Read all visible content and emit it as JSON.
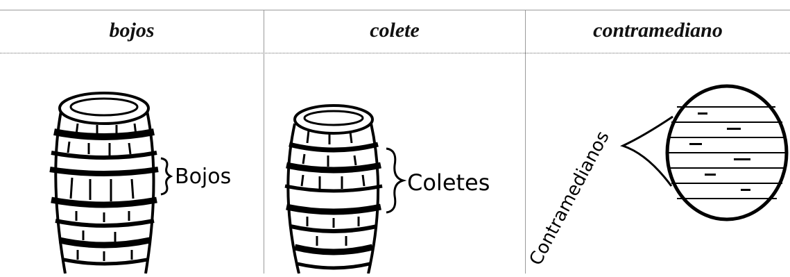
{
  "table": {
    "headers": [
      "bojos",
      "colete",
      "contramediano"
    ],
    "cells": [
      {
        "handwritten_label": "Bojos",
        "illustration": "barrel-bojos-drawing"
      },
      {
        "handwritten_label": "Coletes",
        "illustration": "barrel-coletes-drawing"
      },
      {
        "handwritten_label": "Contramedianos",
        "illustration": "barrel-head-contramedianos-drawing"
      }
    ]
  }
}
